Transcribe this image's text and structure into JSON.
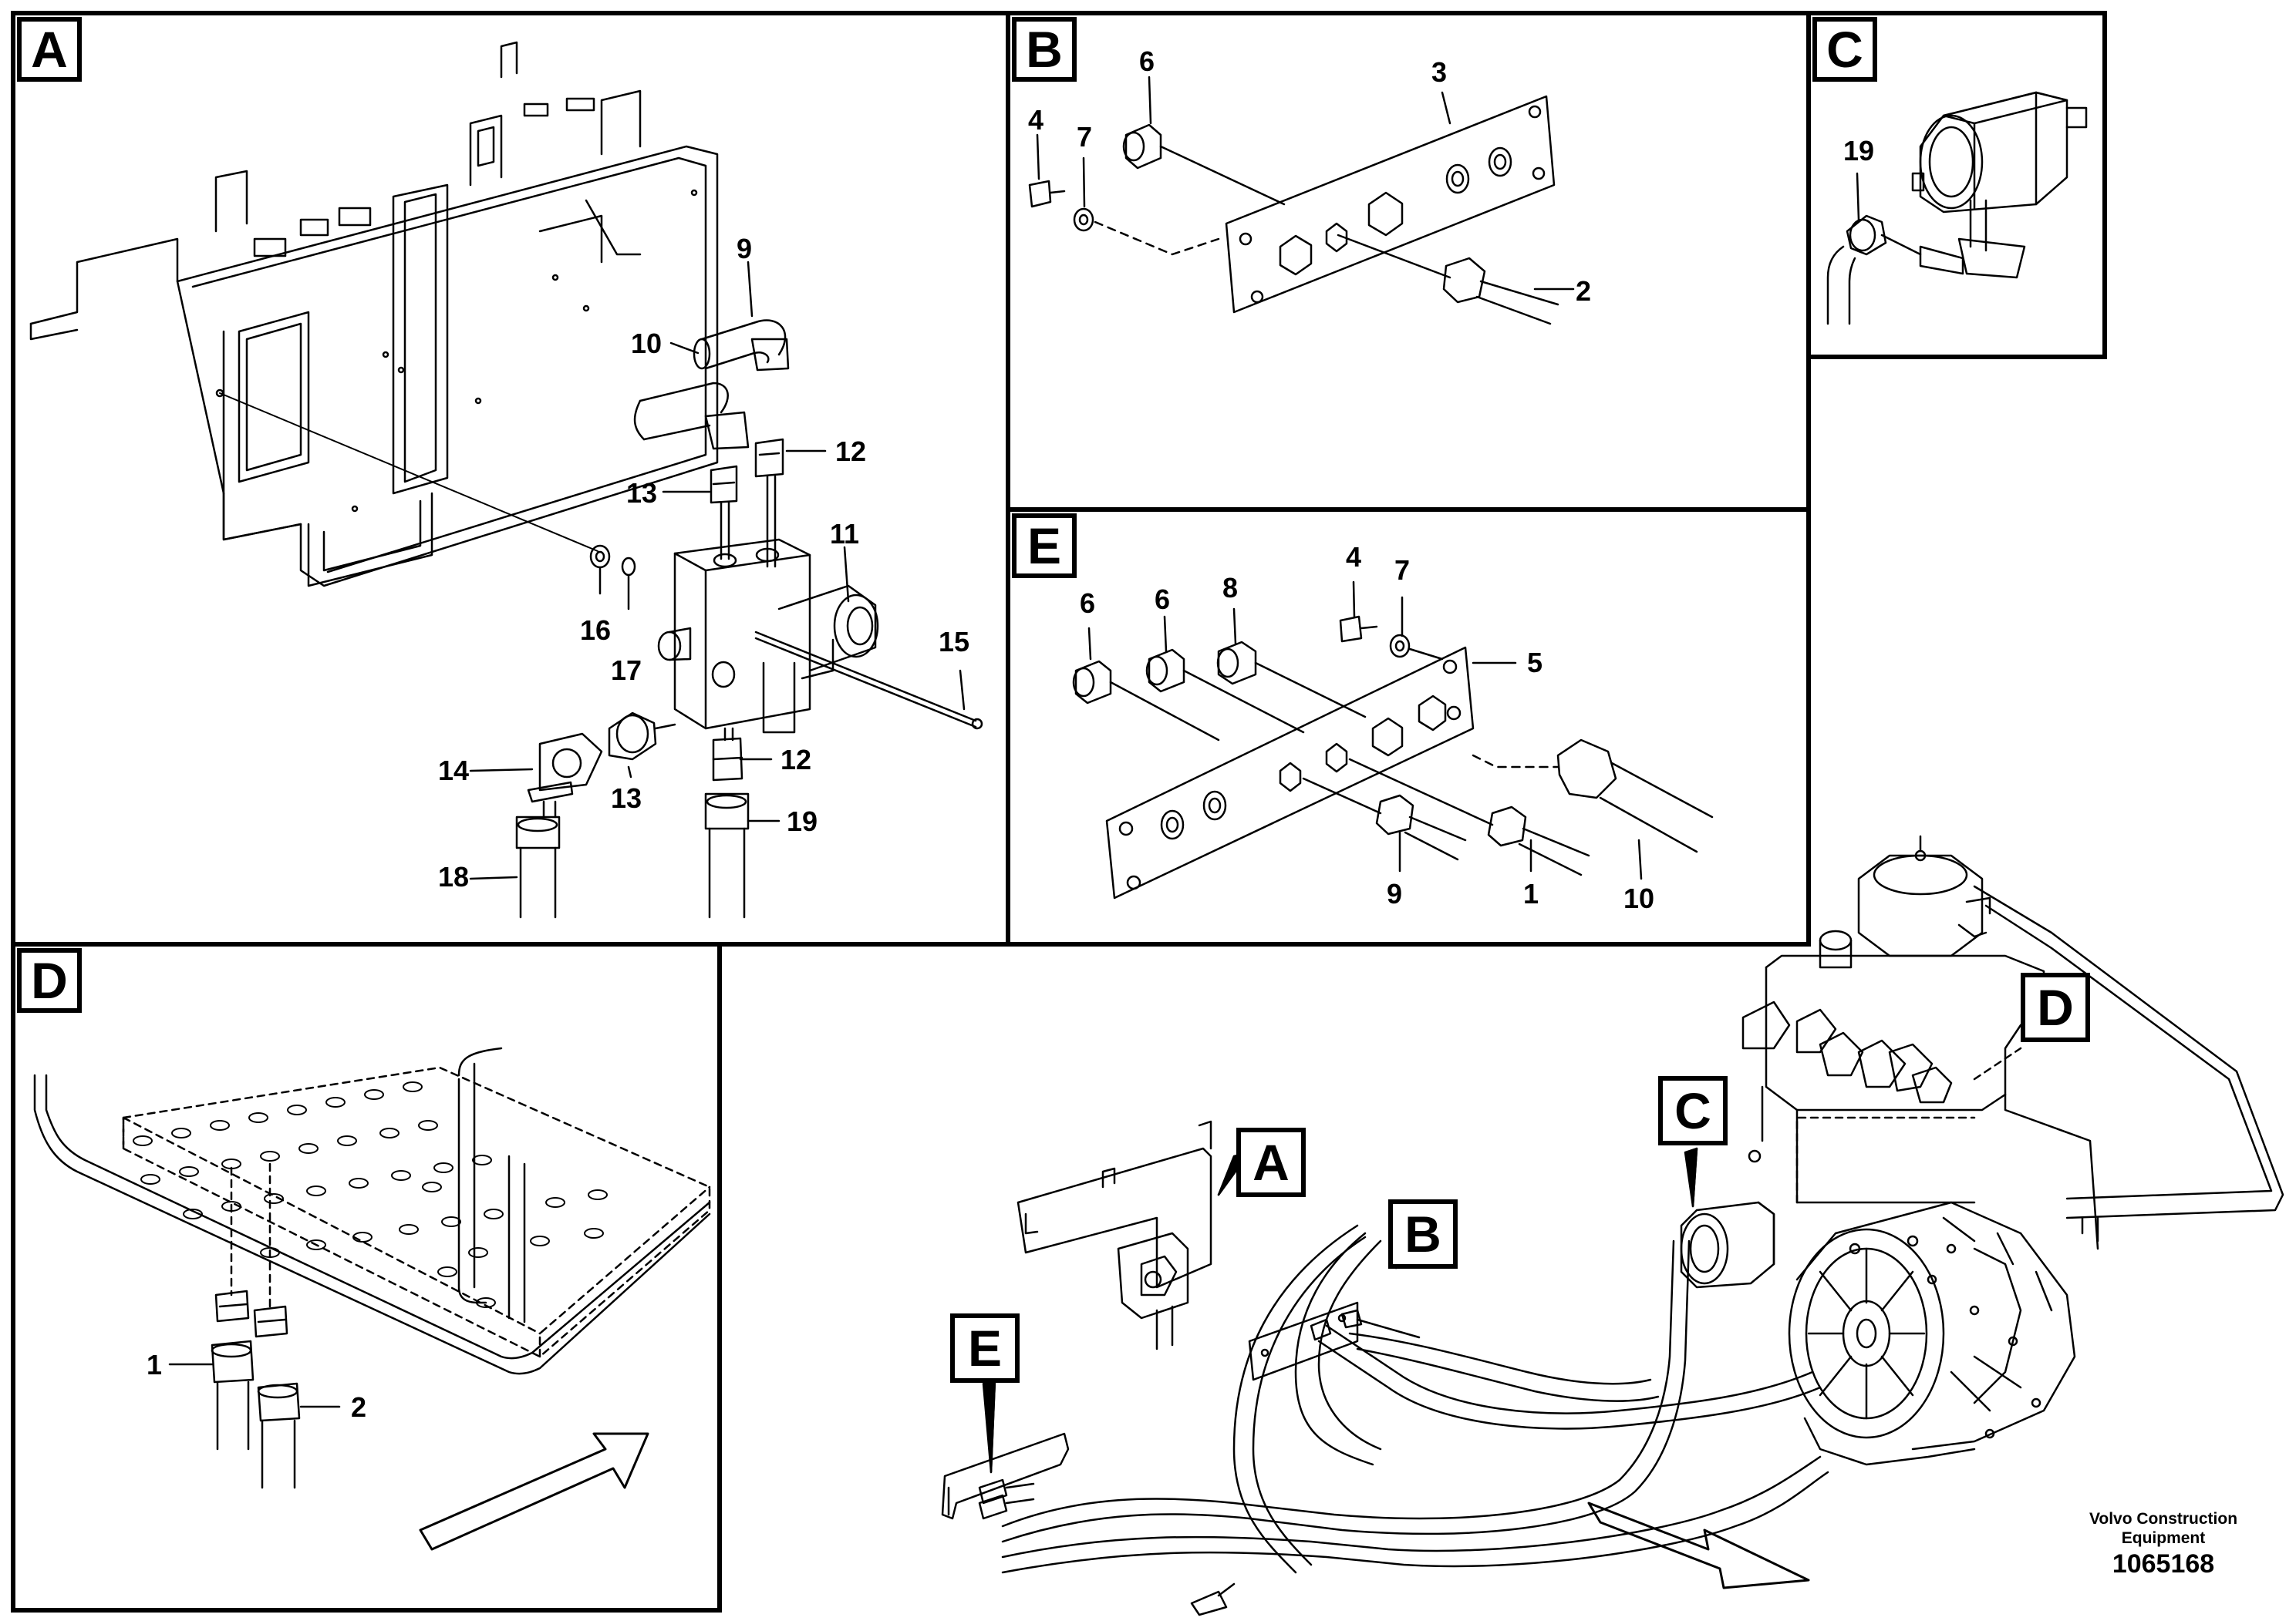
{
  "views": {
    "A": "A",
    "B": "B",
    "C": "C",
    "D": "D",
    "E": "E"
  },
  "overview_tags": {
    "A": "A",
    "B": "B",
    "C": "C",
    "D": "D",
    "E": "E"
  },
  "callouts": {
    "a": [
      "9",
      "10",
      "12",
      "13",
      "11",
      "16",
      "17",
      "15",
      "14",
      "13",
      "12",
      "19",
      "18"
    ],
    "b": [
      "6",
      "3",
      "4",
      "7",
      "2"
    ],
    "c": [
      "19"
    ],
    "e": [
      "4",
      "7",
      "6",
      "6",
      "8",
      "5",
      "9",
      "1",
      "10"
    ],
    "d": [
      "1",
      "2"
    ]
  },
  "footer": {
    "company_line1": "Volvo Construction",
    "company_line2": "Equipment",
    "drawing_number": "1065168"
  }
}
